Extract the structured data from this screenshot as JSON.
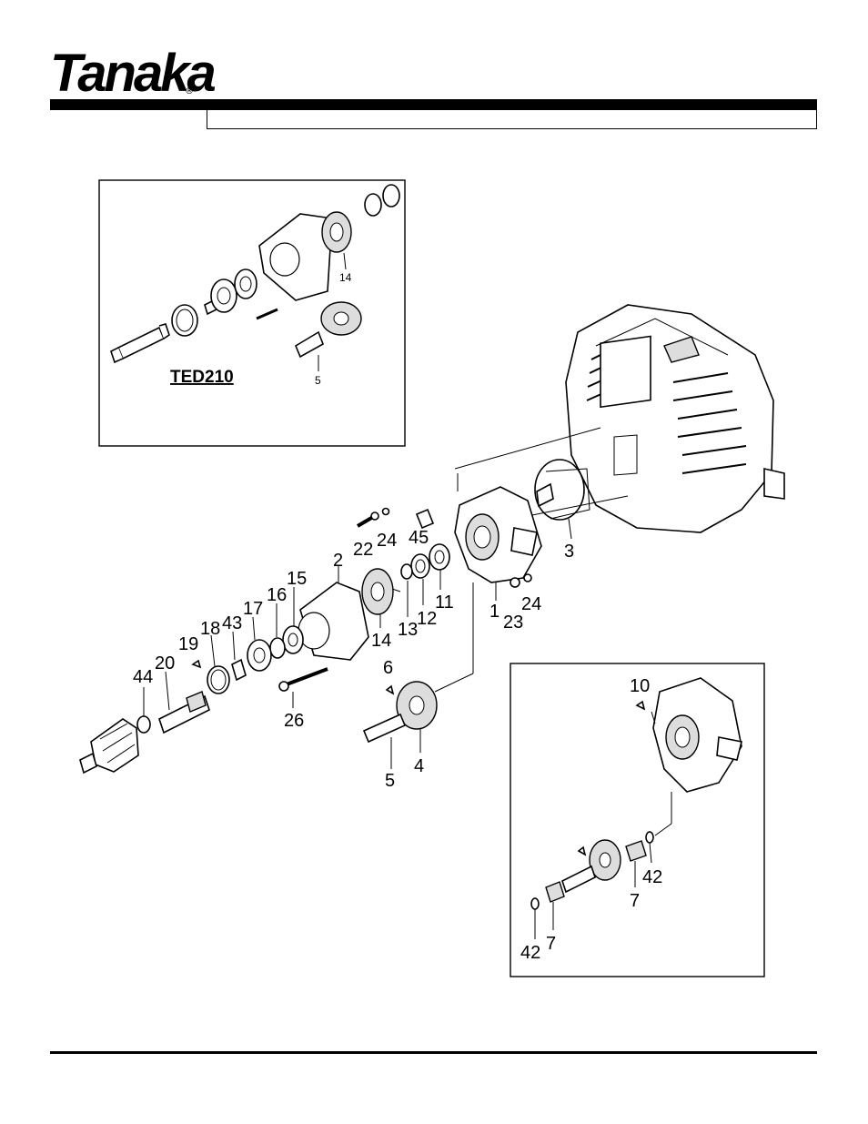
{
  "brand": {
    "name": "Tanaka",
    "registered_mark": "®"
  },
  "header": {
    "title": ""
  },
  "inset_top": {
    "model_label": "TED210",
    "callouts": [
      "14",
      "5"
    ]
  },
  "main_callouts": {
    "c1": "1",
    "c2": "2",
    "c3": "3",
    "c4": "4",
    "c5": "5",
    "c6": "6",
    "c11": "11",
    "c12": "12",
    "c13": "13",
    "c14": "14",
    "c15": "15",
    "c16": "16",
    "c17": "17",
    "c18": "18",
    "c19": "19",
    "c20": "20",
    "c22": "22",
    "c23": "23",
    "c24a": "24",
    "c24b": "24",
    "c26": "26",
    "c43": "43",
    "c44": "44",
    "c45": "45"
  },
  "inset_bottom": {
    "c10": "10",
    "c42a": "42",
    "c42b": "42",
    "c7a": "7",
    "c7b": "7"
  }
}
